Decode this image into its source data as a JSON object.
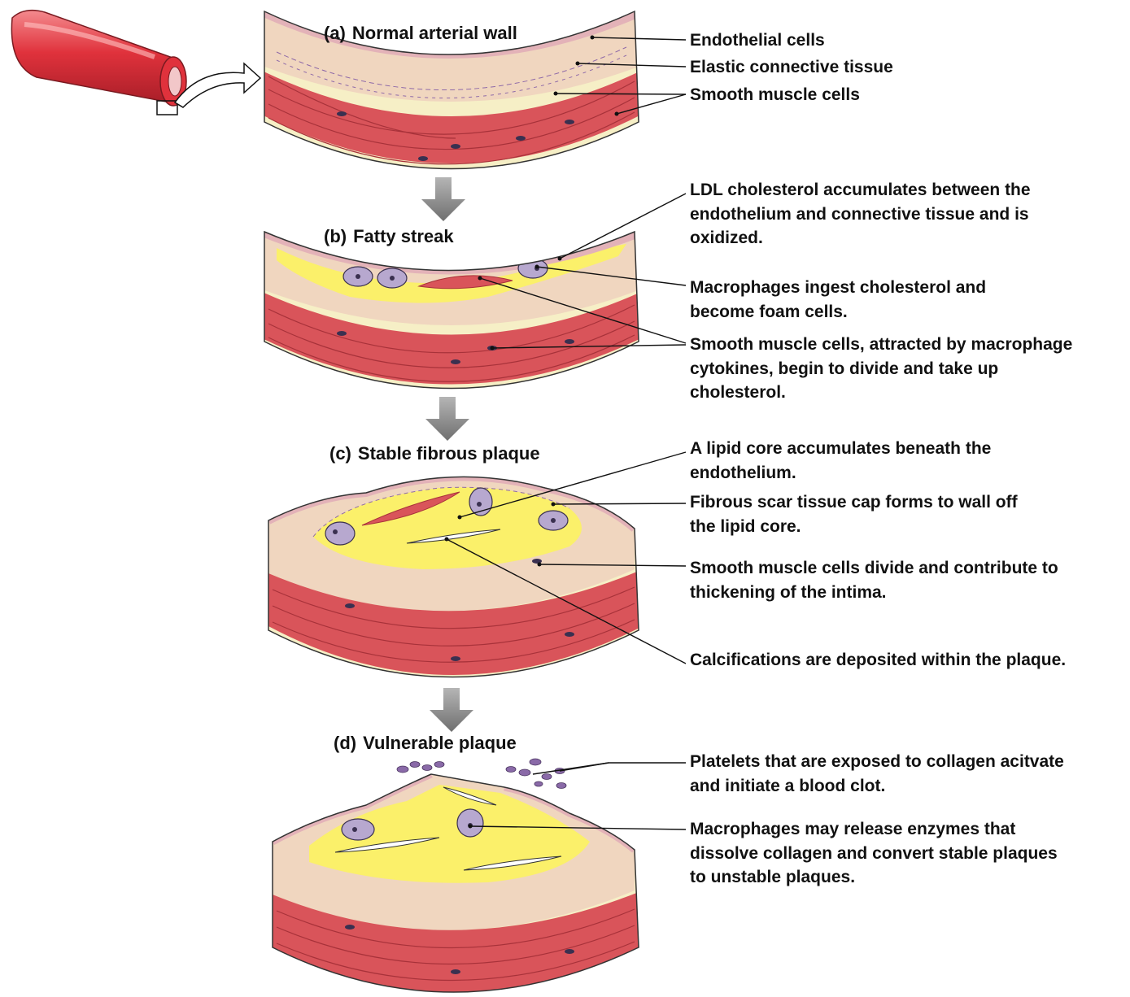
{
  "panels": {
    "a": {
      "letter": "(a)",
      "title": "Normal arterial wall",
      "labels": [
        "Endothelial cells",
        "Elastic connective tissue",
        "Smooth muscle cells"
      ]
    },
    "b": {
      "letter": "(b)",
      "title": "Fatty streak",
      "labels": [
        "LDL cholesterol accumulates between the\nendothelium and connective tissue and is\noxidized.",
        "Macrophages ingest cholesterol and\nbecome foam cells.",
        "Smooth muscle cells, attracted by macrophage\ncytokines, begin to divide and take up\ncholesterol."
      ]
    },
    "c": {
      "letter": "(c)",
      "title": "Stable fibrous plaque",
      "labels": [
        "A lipid core accumulates beneath the\nendothelium.",
        "Fibrous scar tissue cap forms to wall off\nthe lipid core.",
        "Smooth muscle cells divide and contribute to\nthickening of the intima.",
        "Calcifications are deposited within the plaque."
      ]
    },
    "d": {
      "letter": "(d)",
      "title": "Vulnerable plaque",
      "labels": [
        "Platelets that are exposed to collagen acitvate\nand initiate a blood clot.",
        "Macrophages may release enzymes that\ndissolve collagen and convert stable plaques\nto unstable plaques."
      ]
    }
  },
  "colors": {
    "muscle": "#d9545a",
    "muscle_dark": "#a8323a",
    "connective": "#f0d6bf",
    "endothelium": "#e3b2b8",
    "adventitia": "#f6efc6",
    "lipid": "#fbf06a",
    "macrophage": "#b7a8cf",
    "nucleus": "#3a3050",
    "vessel": "#e0323c",
    "arrow": "#8c8c8c"
  }
}
